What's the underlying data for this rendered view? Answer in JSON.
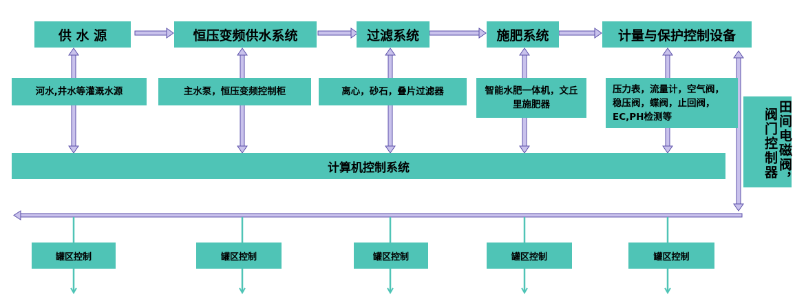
{
  "top_row": [
    "供 水 源",
    "恒压变频供水系统",
    "过滤系统",
    "施肥系统",
    "计量与保护控制设备"
  ],
  "descriptions": [
    "河水,井水等灌溉水源",
    "主水泵，恒压变频控制柜",
    "离心，砂石，叠片过滤器",
    "智能水肥一体机，文丘里施肥器",
    "压力表，流量计，空气阀，稳压阀，蝶阀，止回阀，EC,PH检测等"
  ],
  "computer_control": "计算机控制系统",
  "field_valve": "田间电磁阀，阀门控制器",
  "zone_controls": [
    "罐区控制",
    "罐区控制",
    "罐区控制",
    "罐区控制",
    "罐区控制"
  ],
  "colors": {
    "box": "#4fc4b6",
    "arrow_fill": "#c9c2ec",
    "arrow_stroke": "#5a4fa8",
    "zone_arrow": "#4fc4b6"
  }
}
